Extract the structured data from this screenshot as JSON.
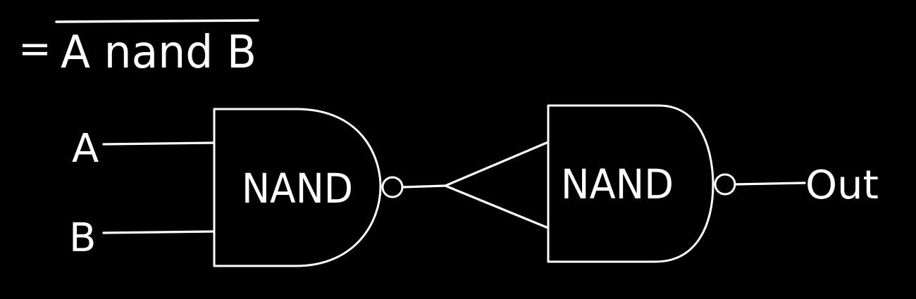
{
  "expression": {
    "equals": "=",
    "text": "A nand B"
  },
  "inputs": {
    "a": "A",
    "b": "B"
  },
  "gates": {
    "first_label": "NAND",
    "second_label": "NAND"
  },
  "output": {
    "label": "Out"
  },
  "colors": {
    "background": "#000000",
    "stroke": "#ffffff"
  }
}
